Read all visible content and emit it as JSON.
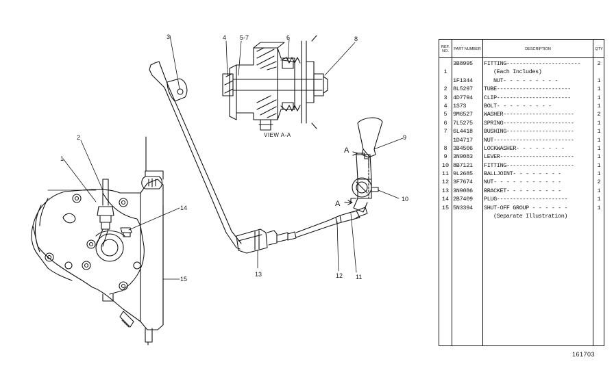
{
  "callouts": {
    "c1": "1",
    "c2": "2",
    "c3": "3",
    "c4": "4",
    "c5_7": "5-7",
    "c6": "6",
    "c8": "8",
    "c9": "9",
    "c10": "10",
    "c11": "11",
    "c12": "12",
    "c13": "13",
    "c14": "14",
    "c15": "15"
  },
  "view_label": "VIEW A-A",
  "section_marks": [
    "A",
    "A"
  ],
  "table": {
    "headers": {
      "ref": "REF. NO.",
      "part": "PART NUMBER",
      "desc": "DESCRIPTION",
      "qty": "QTY"
    },
    "rows": [
      {
        "ref": "",
        "part": "3B8995",
        "desc": "FITTING-----------------------",
        "qty": "2",
        "indent": false
      },
      {
        "ref": "1",
        "part": "",
        "desc": "(Each Includes)",
        "qty": "",
        "indent": true
      },
      {
        "ref": "",
        "part": "1F1344",
        "desc": "NUT- - - - - - - - -",
        "qty": "1",
        "indent": true
      },
      {
        "ref": "2",
        "part": "8L5297",
        "desc": "TUBE-----------------------",
        "qty": "1",
        "indent": false
      },
      {
        "ref": "3",
        "part": "4D7794",
        "desc": "CLIP-----------------------",
        "qty": "1",
        "indent": false
      },
      {
        "ref": "4",
        "part": "1S73",
        "desc": "BOLT- - - - - - - - -",
        "qty": "1",
        "indent": false
      },
      {
        "ref": "5",
        "part": "9M6527",
        "desc": "WASHER----------------------",
        "qty": "2",
        "indent": false
      },
      {
        "ref": "6",
        "part": "7L5275",
        "desc": "SPRING----------------------",
        "qty": "1",
        "indent": false
      },
      {
        "ref": "7",
        "part": "6L4418",
        "desc": "BUSHING---------------------",
        "qty": "1",
        "indent": false
      },
      {
        "ref": "",
        "part": "1D4717",
        "desc": "NUT-------------------------",
        "qty": "1",
        "indent": false
      },
      {
        "ref": "8",
        "part": "3B4506",
        "desc": "LOCKWASHER- - - - - - - -",
        "qty": "1",
        "indent": false
      },
      {
        "ref": "9",
        "part": "3N9083",
        "desc": "LEVER-----------------------",
        "qty": "1",
        "indent": false
      },
      {
        "ref": "10",
        "part": "8B7121",
        "desc": "FITTING---------------------",
        "qty": "1",
        "indent": false
      },
      {
        "ref": "11",
        "part": "9L2685",
        "desc": "BALLJOINT- - - - - - - -",
        "qty": "1",
        "indent": false
      },
      {
        "ref": "12",
        "part": "3F7674",
        "desc": "NUT- - - - - - - - - - -",
        "qty": "2",
        "indent": false
      },
      {
        "ref": "13",
        "part": "3N9086",
        "desc": "BRACKET- - - - - - - - -",
        "qty": "1",
        "indent": false
      },
      {
        "ref": "14",
        "part": "2B7409",
        "desc": "PLUG----------------------",
        "qty": "1",
        "indent": false
      },
      {
        "ref": "15",
        "part": "5N3394",
        "desc": "SHUT-OFF GROUP - - - - - -",
        "qty": "1",
        "indent": false
      },
      {
        "ref": "",
        "part": "",
        "desc": "(Separate Illustration)",
        "qty": "",
        "indent": true
      }
    ]
  },
  "figure_number": "161703"
}
